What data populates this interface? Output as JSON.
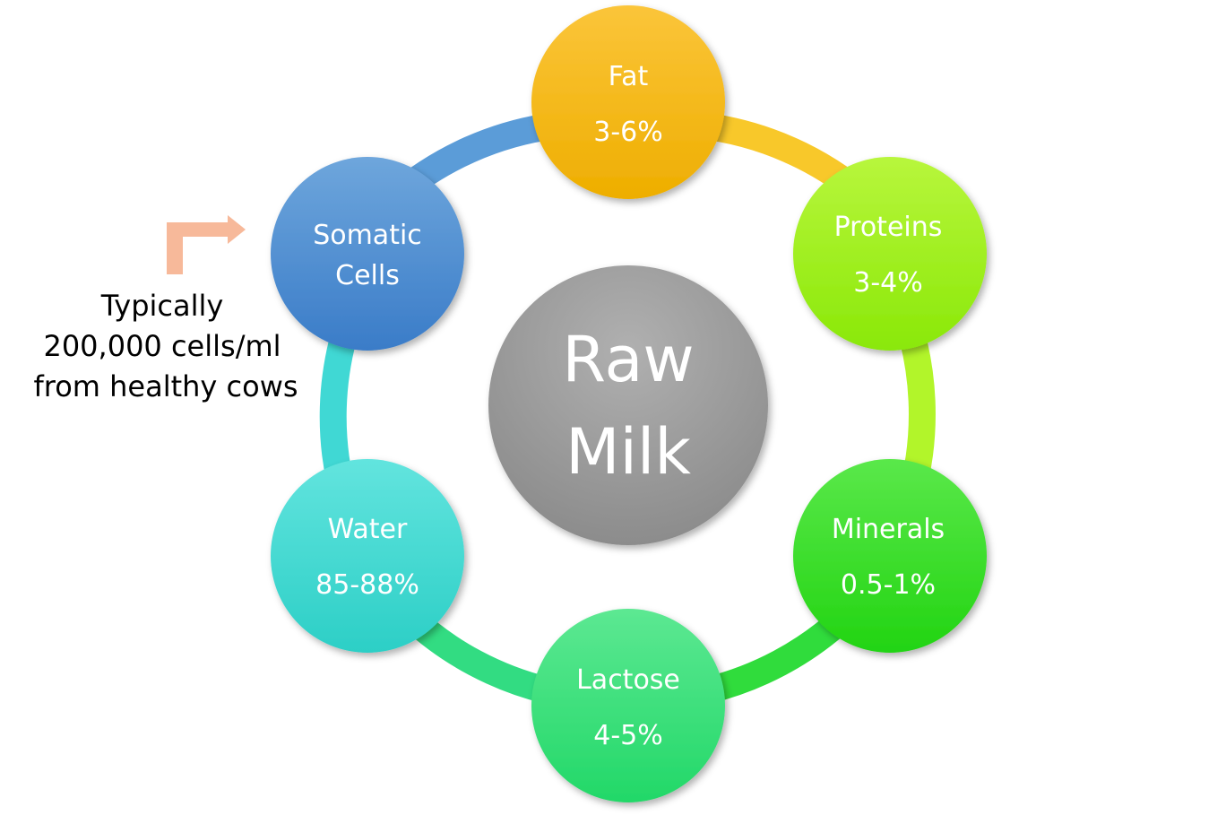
{
  "center": {
    "line1": "Raw",
    "line2": "Milk",
    "color": "#9e9e9e"
  },
  "nodes": [
    {
      "id": "fat",
      "name": "Fat",
      "value": "3-6%",
      "color": "#f5b400"
    },
    {
      "id": "proteins",
      "name": "Proteins",
      "value": "3-4%",
      "color": "#9cf018"
    },
    {
      "id": "minerals",
      "name": "Minerals",
      "value": "0.5-1%",
      "color": "#39dc25"
    },
    {
      "id": "lactose",
      "name": "Lactose",
      "value": "4-5%",
      "color": "#36e07a"
    },
    {
      "id": "water",
      "name": "Water",
      "value": "85-88%",
      "color": "#3dd8d0"
    },
    {
      "id": "somatic",
      "name": "Somatic",
      "value": "Cells",
      "color": "#4a8bd0"
    }
  ],
  "ring_colors": {
    "fat_proteins": "#f8c82a",
    "proteins_minerals": "#b2f52a",
    "minerals_lactose": "#30dc3c",
    "lactose_water": "#32dc82",
    "water_somatic": "#40d8d4",
    "somatic_fat": "#5b9cd8"
  },
  "note": {
    "line1": "Typically",
    "line2": "200,000 cells/ml",
    "line3": "from healthy cows",
    "arrow_color": "#f7b99a"
  }
}
